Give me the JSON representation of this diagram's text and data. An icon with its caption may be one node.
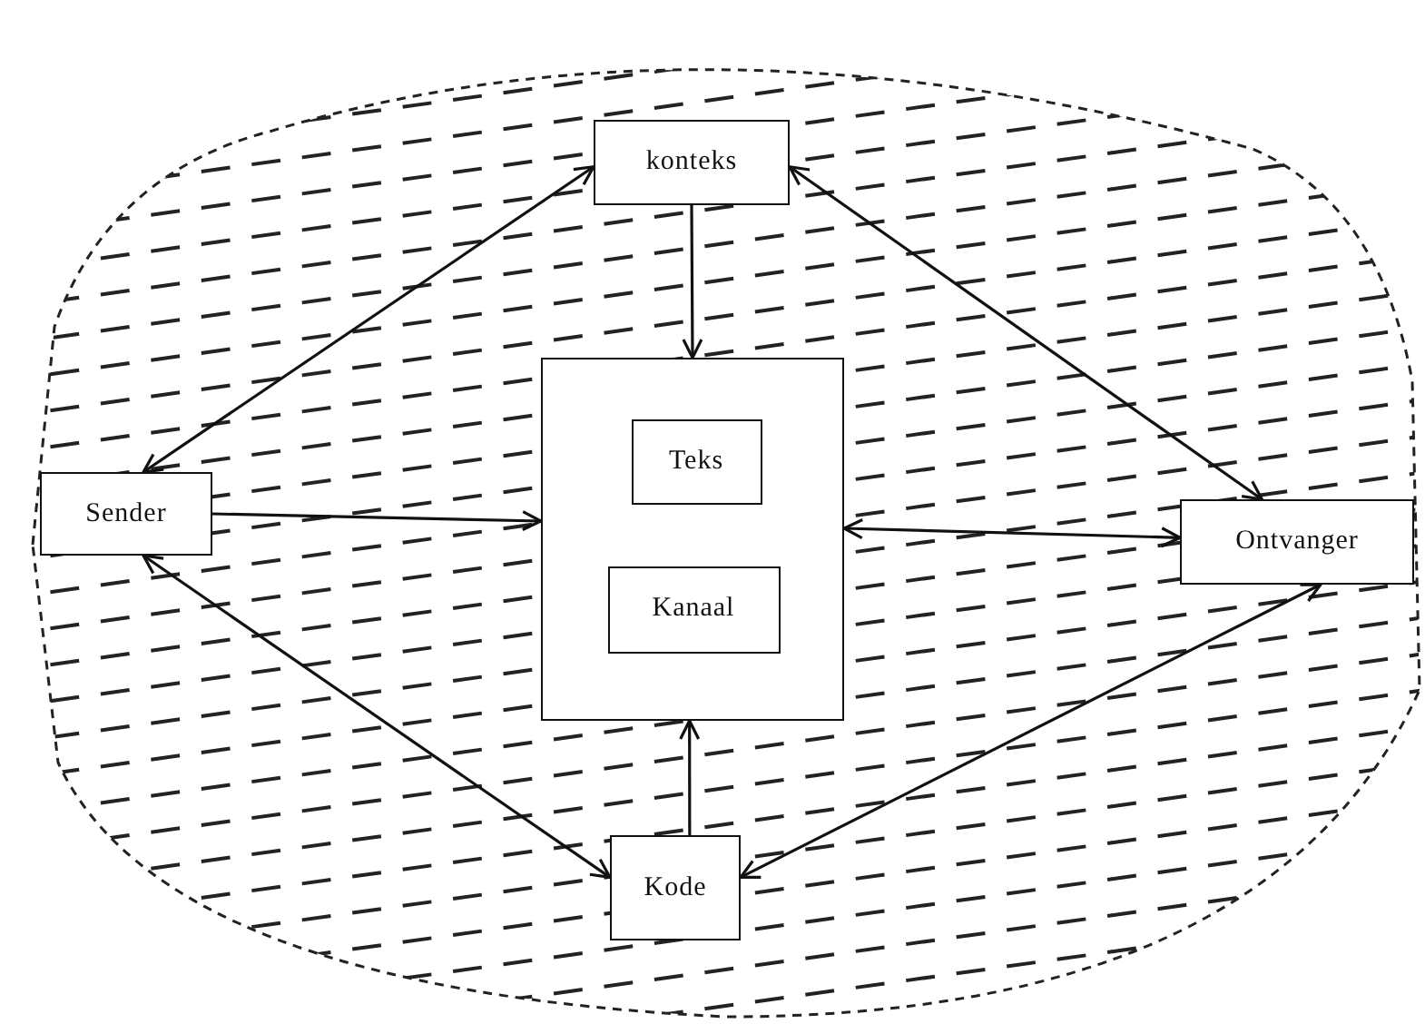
{
  "diagram": {
    "nodes": [
      {
        "text": [
          "konteks"
        ]
      },
      {
        "text": [
          "Sender"
        ]
      },
      {
        "text": [],
        "shape": "box"
      },
      {
        "text": [
          "Teks"
        ],
        "in": 2
      },
      {
        "text": [
          "Kanaal"
        ],
        "in": 2
      },
      {
        "text": [
          "Ontvanger"
        ]
      },
      {
        "text": [
          "Kode"
        ]
      }
    ],
    "edges": [
      {
        "from": 0,
        "to": 1,
        "arrow": "both"
      },
      {
        "from": 0,
        "to": 2,
        "arrow": "to"
      },
      {
        "from": 0,
        "to": 5,
        "arrow": "both"
      },
      {
        "from": 1,
        "to": 2,
        "arrow": "to"
      },
      {
        "from": 2,
        "to": 5,
        "arrow": "both"
      },
      {
        "from": 1,
        "to": 6,
        "arrow": "both"
      },
      {
        "from": 6,
        "to": 2,
        "arrow": "to"
      },
      {
        "from": 6,
        "to": 5,
        "arrow": "both"
      }
    ]
  }
}
